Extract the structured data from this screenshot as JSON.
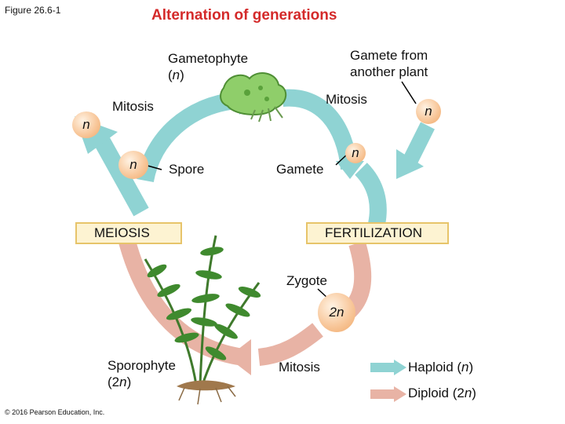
{
  "figure_label": "Figure 26.6-1",
  "title": "Alternation of generations",
  "gametophyte": {
    "line1": "Gametophyte",
    "line2_open": "(",
    "n": "n",
    "line2_close": ")"
  },
  "gamete_from_other": {
    "line1": "Gamete from",
    "line2": "another plant"
  },
  "mitosis_left": "Mitosis",
  "mitosis_right": "Mitosis",
  "mitosis_bottom": "Mitosis",
  "n_symbol": "n",
  "spore": "Spore",
  "gamete": "Gamete",
  "meiosis": "MEIOSIS",
  "fertilization": "FERTILIZATION",
  "zygote": "Zygote",
  "zygote_ploidy": "2n",
  "sporophyte": {
    "line1": "Sporophyte",
    "line2_open": "(2",
    "n": "n",
    "line2_close": ")"
  },
  "legend": {
    "haploid": {
      "prefix": "Haploid (",
      "n": "n",
      "suffix": ")",
      "color": "#8fd3d3"
    },
    "diploid": {
      "prefix": "Diploid (2",
      "n": "n",
      "suffix": ")",
      "color": "#e8b3a5"
    }
  },
  "copyright": "© 2016 Pearson Education, Inc."
}
